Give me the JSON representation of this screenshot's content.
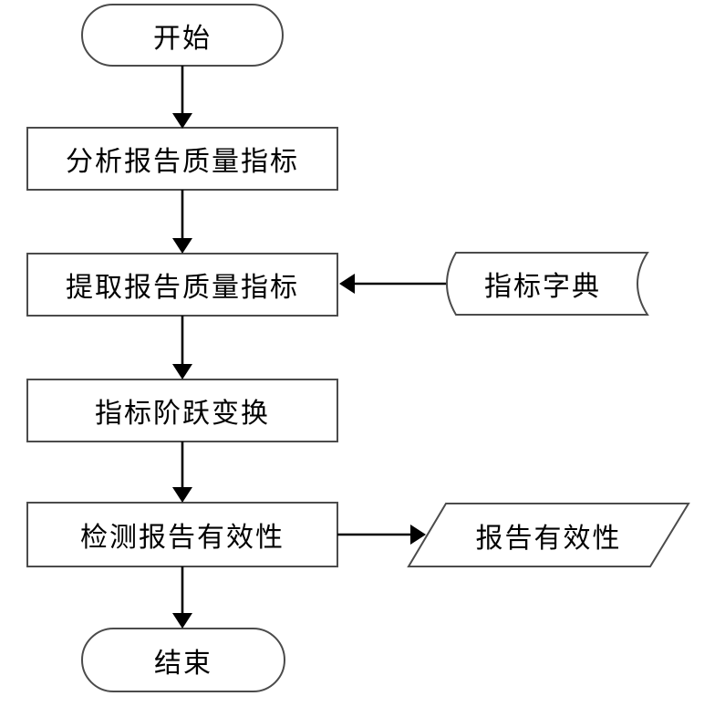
{
  "diagram": {
    "type": "flowchart",
    "background_color": "#ffffff",
    "shape_border_color": "#4b4b4b",
    "arrow_color": "#000000",
    "text_color": "#000000",
    "nodes": [
      {
        "id": "start",
        "type": "terminator",
        "label": "开始"
      },
      {
        "id": "analyze",
        "type": "process",
        "label": "分析报告质量指标"
      },
      {
        "id": "extract",
        "type": "process",
        "label": "提取报告质量指标"
      },
      {
        "id": "dictionary",
        "type": "stored-data",
        "label": "指标字典"
      },
      {
        "id": "transform",
        "type": "process",
        "label": "指标阶跃变换"
      },
      {
        "id": "detect",
        "type": "process",
        "label": "检测报告有效性"
      },
      {
        "id": "report-validity",
        "type": "input-output",
        "label": "报告有效性"
      },
      {
        "id": "end",
        "type": "terminator",
        "label": "结束"
      }
    ],
    "edges": [
      {
        "from": "start",
        "to": "extract-analyze",
        "direction": "down"
      },
      {
        "from": "analyze",
        "to": "extract",
        "direction": "down"
      },
      {
        "from": "dictionary",
        "to": "extract",
        "direction": "left"
      },
      {
        "from": "extract",
        "to": "transform",
        "direction": "down"
      },
      {
        "from": "transform",
        "to": "detect",
        "direction": "down"
      },
      {
        "from": "detect",
        "to": "report-validity",
        "direction": "right"
      },
      {
        "from": "detect",
        "to": "end",
        "direction": "down"
      }
    ]
  }
}
